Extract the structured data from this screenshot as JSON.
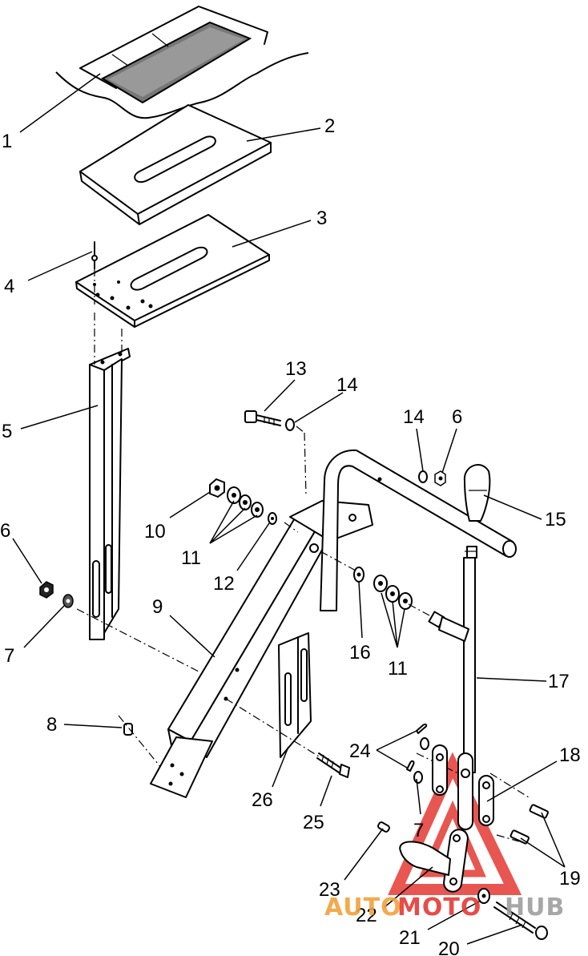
{
  "callouts": [
    {
      "id": "1",
      "label": "1"
    },
    {
      "id": "2",
      "label": "2"
    },
    {
      "id": "3",
      "label": "3"
    },
    {
      "id": "4",
      "label": "4"
    },
    {
      "id": "5",
      "label": "5"
    },
    {
      "id": "6a",
      "label": "6"
    },
    {
      "id": "7a",
      "label": "7"
    },
    {
      "id": "8",
      "label": "8"
    },
    {
      "id": "9",
      "label": "9"
    },
    {
      "id": "10",
      "label": "10"
    },
    {
      "id": "11a",
      "label": "11"
    },
    {
      "id": "12",
      "label": "12"
    },
    {
      "id": "13",
      "label": "13"
    },
    {
      "id": "14a",
      "label": "14"
    },
    {
      "id": "14b",
      "label": "14"
    },
    {
      "id": "6b",
      "label": "6"
    },
    {
      "id": "15",
      "label": "15"
    },
    {
      "id": "16",
      "label": "16"
    },
    {
      "id": "11b",
      "label": "11"
    },
    {
      "id": "17",
      "label": "17"
    },
    {
      "id": "18",
      "label": "18"
    },
    {
      "id": "24",
      "label": "24"
    },
    {
      "id": "7b",
      "label": "7"
    },
    {
      "id": "26",
      "label": "26"
    },
    {
      "id": "25",
      "label": "25"
    },
    {
      "id": "19",
      "label": "19"
    },
    {
      "id": "23",
      "label": "23"
    },
    {
      "id": "22",
      "label": "22"
    },
    {
      "id": "21",
      "label": "21"
    },
    {
      "id": "20",
      "label": "20"
    }
  ],
  "watermark": {
    "part1": "AUTO",
    "part2": "MOTO",
    "part3": "HUB",
    "color_orange": "#f2a13a",
    "color_red": "#e53935",
    "color_gray": "#9e9e9e"
  }
}
